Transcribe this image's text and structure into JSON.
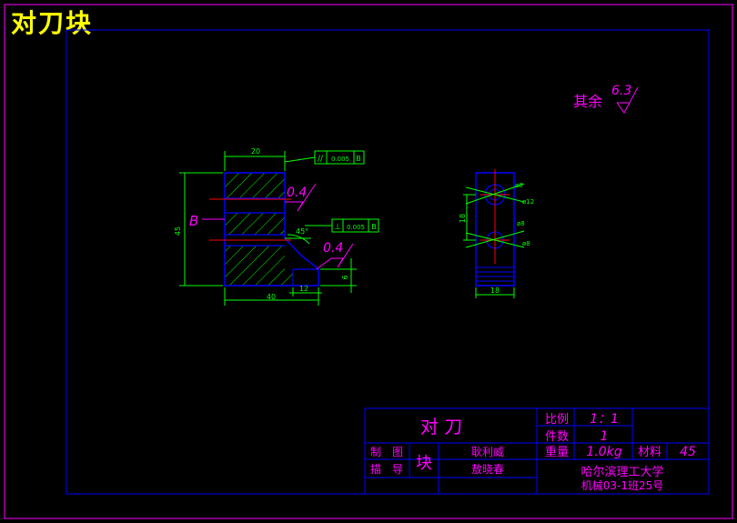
{
  "title": "对刀块",
  "colors": {
    "background": "#000000",
    "outer_frame": "#ff00ff",
    "inner_frame": "#0000ff",
    "outline": "#0000ff",
    "hatch": "#00ff00",
    "centerline": "#ff0000",
    "dimension": "#00ff00",
    "annotation": "#ff00ff",
    "title_text": "#ffff00"
  },
  "surface_finish_general": {
    "prefix": "其余",
    "value": "6.3"
  },
  "front_view": {
    "section_label": "B",
    "roughness_1": "0.4",
    "roughness_2": "0.4",
    "dim_top": "20",
    "dim_height": "45",
    "dim_bottom": "40",
    "dim_step": "12",
    "dim_right": "6",
    "dim_angle": "45°",
    "tolerance_1": {
      "symbol": "//",
      "value": "0.005",
      "datum": "B"
    },
    "tolerance_2": {
      "symbol": "⊥",
      "value": "0.005",
      "datum": "B"
    }
  },
  "side_view": {
    "dim_hole_1": "ø8",
    "dim_hole_2": "ø12",
    "dim_hole_3": "ø8",
    "dim_hole_4": "ø8",
    "dim_spacing": "18",
    "dim_width": "18"
  },
  "title_block": {
    "part_name": "对 刀",
    "labels": {
      "scale": "比例",
      "quantity": "件数",
      "weight": "重量",
      "material": "材料",
      "drawn": "制　图",
      "checked": "描　导",
      "block": "块"
    },
    "values": {
      "scale": "1：1",
      "quantity": "1",
      "weight": "1.0kg",
      "material": "45",
      "drawn_by": "耿利威",
      "checked_by": "敖晓春"
    },
    "school": "哈尔滨理工大学",
    "class_info": "机械03-1班25号"
  }
}
